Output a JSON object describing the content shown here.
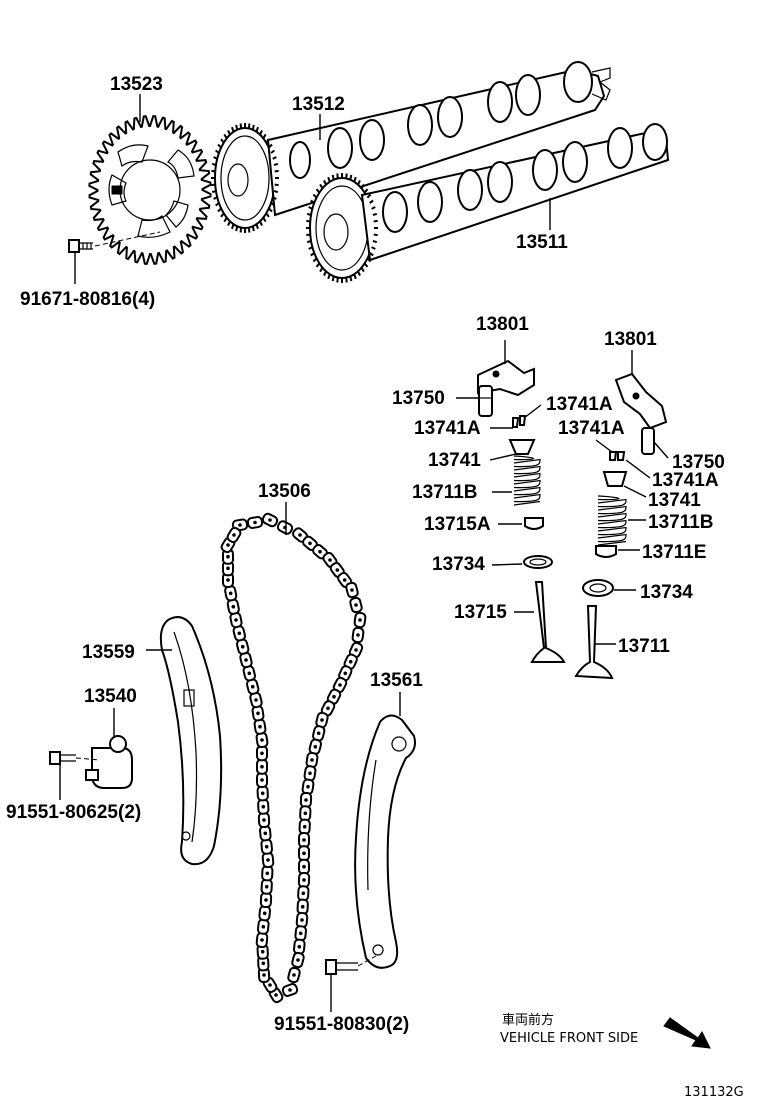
{
  "labels": {
    "p13523": "13523",
    "p13512": "13512",
    "p13511": "13511",
    "p91671": "91671-80816(4)",
    "p13801a": "13801",
    "p13801b": "13801",
    "p13750a": "13750",
    "p13741a_1": "13741A",
    "p13741a_2": "13741A",
    "p13741a_3": "13741A",
    "p13741a_4": "13741A",
    "p13750b": "13750",
    "p13741_1": "13741",
    "p13741_2": "13741",
    "p13711b_1": "13711B",
    "p13711b_2": "13711B",
    "p13715a": "13715A",
    "p13711e": "13711E",
    "p13734_1": "13734",
    "p13734_2": "13734",
    "p13715": "13715",
    "p13711": "13711",
    "p13506": "13506",
    "p13559": "13559",
    "p13540": "13540",
    "p13561": "13561",
    "p91551a": "91551-80625(2)",
    "p91551b": "91551-80830(2)"
  },
  "front_note": {
    "jp": "車両前方",
    "en": "VEHICLE FRONT SIDE",
    "icon": "arrow-icon"
  },
  "figure_code": "131132G"
}
